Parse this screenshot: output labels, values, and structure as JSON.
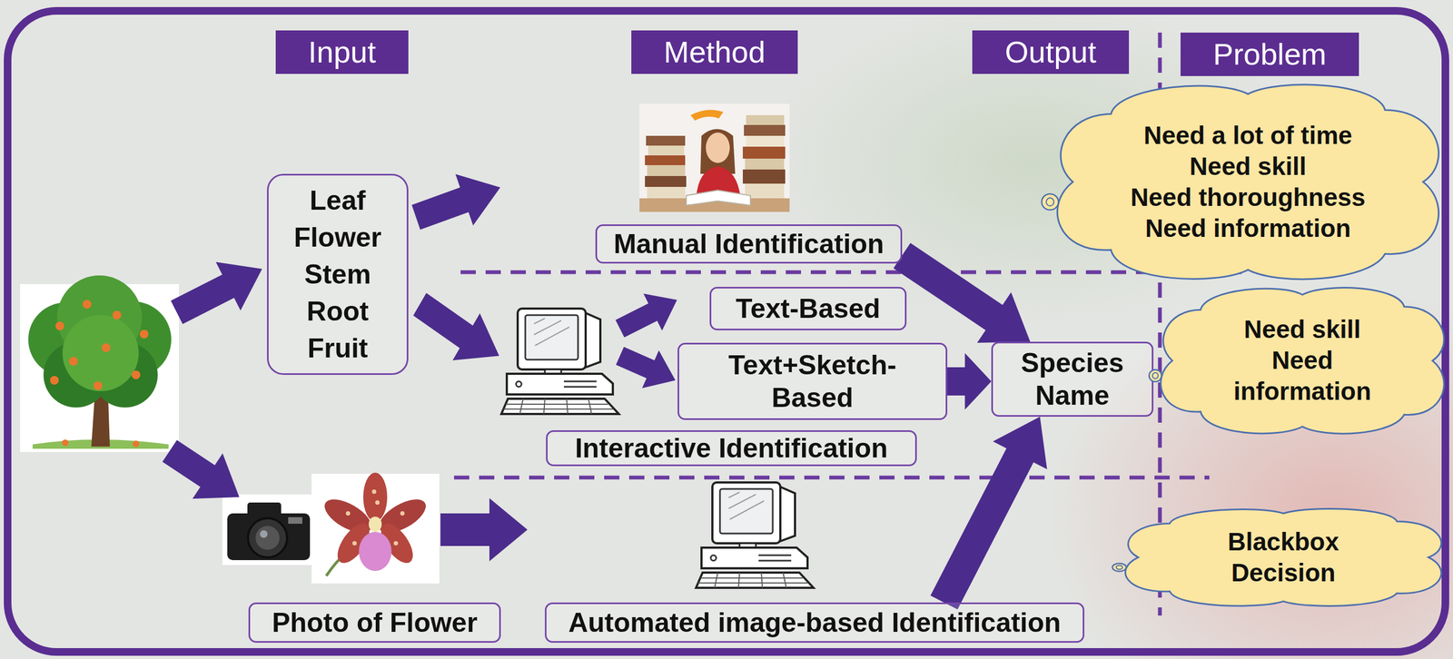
{
  "diagram": {
    "nodes": [
      {
        "text": [
          "Input"
        ]
      },
      {
        "text": [
          "Method"
        ]
      },
      {
        "text": [
          "Output"
        ]
      },
      {
        "text": [
          "Problem"
        ]
      },
      {
        "text": [
          "Leaf",
          "Flower",
          "Stem",
          "Root",
          "Fruit"
        ]
      },
      {
        "text": [
          "Manual Identification"
        ]
      },
      {
        "text": [
          "Need a lot of time",
          "Need skill",
          "Need thoroughness",
          "Need information"
        ]
      },
      {
        "text": [
          "Text-Based"
        ]
      },
      {
        "text": [
          "Text+Sketch-Based"
        ]
      },
      {
        "text": [
          "Species Name"
        ]
      },
      {
        "text": [
          "Need skill",
          "Need information"
        ]
      },
      {
        "text": [
          "Interactive Identification"
        ]
      },
      {
        "text": [
          "Blackbox Decision"
        ]
      },
      {
        "text": [
          "Photo of Flower"
        ]
      },
      {
        "text": [
          "Automated image-based Identification"
        ]
      }
    ],
    "edges": [
      {
        "from": 5,
        "to": 9,
        "arrow": "to"
      },
      {
        "from": 8,
        "to": 9,
        "arrow": "to"
      },
      {
        "from": 14,
        "to": 9,
        "arrow": "to"
      }
    ]
  }
}
